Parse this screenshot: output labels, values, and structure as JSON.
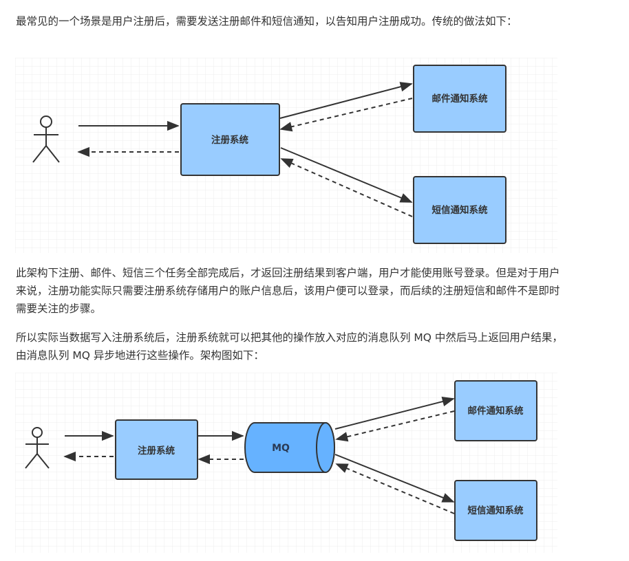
{
  "paragraphs": {
    "p1": "最常见的一个场景是用户注册后，需要发送注册邮件和短信通知，以告知用户注册成功。传统的做法如下：",
    "p2": "此架构下注册、邮件、短信三个任务全部完成后，才返回注册结果到客户端，用户才能使用账号登录。但是对于用户来说，注册功能实际只需要注册系统存储用户的账户信息后，该用户便可以登录，而后续的注册短信和邮件不是即时需要关注的步骤。",
    "p3": "所以实际当数据写入注册系统后，注册系统就可以把其他的操作放入对应的消息队列 MQ 中然后马上返回用户结果，由消息队列 MQ 异步地进行这些操作。架构图如下："
  },
  "diagram1": {
    "register": "注册系统",
    "email": "邮件通知系统",
    "sms": "短信通知系统"
  },
  "diagram2": {
    "register": "注册系统",
    "mq": "MQ",
    "email": "邮件通知系统",
    "sms": "短信通知系统"
  },
  "colors": {
    "box_fill": "#99ccff",
    "mq_fill": "#66b2ff",
    "stroke": "#333333",
    "grid": "#ececec"
  }
}
